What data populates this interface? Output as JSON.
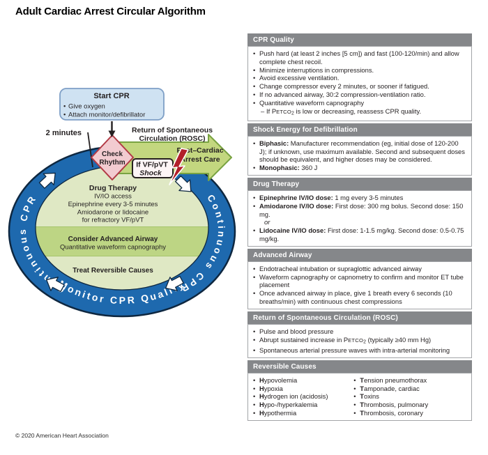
{
  "page": {
    "title": "Adult Cardiac Arrest Circular Algorithm",
    "copyright": "© 2020 American Heart Association"
  },
  "colors": {
    "ring_blue": "#1e69ae",
    "ring_outline": "#0e2740",
    "inner_green": "#dfe8c4",
    "band_green": "#bdd584",
    "band_line": "#a6c46b",
    "arrow_green": "#c3d77f",
    "arrow_border": "#79a342",
    "diamond_pink": "#f2cbd0",
    "diamond_border": "#b23a45",
    "start_bg": "#cfe2f2",
    "start_border": "#7e9fc6",
    "shock_bg": "#fdf5f6",
    "shock_border": "#26211f",
    "bolt_red": "#b2202a",
    "header_gray": "#85878a",
    "body_border": "#a2a4a7",
    "text_dark": "#231f20"
  },
  "diagram": {
    "start_cpr": {
      "title": "Start CPR",
      "bullet_char": "•",
      "bullets": [
        "Give oxygen",
        "Attach monitor/defibrillator"
      ]
    },
    "two_minutes_label": "2 minutes",
    "check_rhythm": [
      "Check",
      "Rhythm"
    ],
    "rosc_label": [
      "Return of Spontaneous",
      "Circulation (ROSC)"
    ],
    "post_cardiac": [
      "Post–Cardiac",
      "Arrest Care"
    ],
    "shock_box": [
      "If VF/pVT",
      "Shock"
    ],
    "ring": {
      "left_text": "Continuous CPR",
      "right_text": "Continuous CPR",
      "bottom_text": "Monitor CPR Quality"
    },
    "center": {
      "drug_title": "Drug Therapy",
      "drug_lines": [
        "IV/IO access",
        "Epinephrine every 3-5 minutes",
        "Amiodarone or lidocaine",
        "for refractory VF/pVT"
      ],
      "airway_title": "Consider Advanced Airway",
      "airway_line": "Quantitative waveform capnography",
      "treat_title": "Treat Reversible Causes"
    }
  },
  "right_panel": {
    "bullet_char": "•",
    "sub_bullet_char": "–",
    "boxes": [
      {
        "title": "CPR Quality",
        "items": [
          {
            "seg": [
              {
                "n": "Push hard (at least 2 inches [5 cm]) and fast (100-120/min) and allow complete chest recoil."
              }
            ]
          },
          {
            "seg": [
              {
                "n": "Minimize interruptions in compressions."
              }
            ]
          },
          {
            "seg": [
              {
                "n": "Avoid excessive ventilation."
              }
            ]
          },
          {
            "seg": [
              {
                "n": "Change compressor every 2 minutes, or sooner if fatigued."
              }
            ]
          },
          {
            "seg": [
              {
                "n": "If no advanced airway, 30:2 compression-ventilation ratio."
              }
            ]
          },
          {
            "seg": [
              {
                "n": "Quantitative waveform capnography"
              }
            ]
          },
          {
            "sub": true,
            "seg": [
              {
                "n": "If P"
              },
              {
                "sc": "ETCO"
              },
              {
                "sb": "2"
              },
              {
                "n": " is low or decreasing, reassess CPR quality."
              }
            ]
          }
        ]
      },
      {
        "title": "Shock Energy for Defibrillation",
        "items": [
          {
            "seg": [
              {
                "b": "Biphasic:"
              },
              {
                "n": " Manufacturer recommendation (eg, initial dose of 120-200 J); if unknown, use maximum available. Second and subsequent doses should be equivalent, and higher doses may be considered."
              }
            ]
          },
          {
            "seg": [
              {
                "b": "Monophasic:"
              },
              {
                "n": " 360 J"
              }
            ]
          }
        ]
      },
      {
        "title": "Drug Therapy",
        "items": [
          {
            "seg": [
              {
                "b": "Epinephrine IV/IO dose:"
              },
              {
                "n": " 1 mg every 3-5 minutes"
              }
            ]
          },
          {
            "seg": [
              {
                "b": "Amiodarone IV/IO dose:"
              },
              {
                "n": " First dose: 300 mg bolus. Second dose: 150 mg."
              }
            ]
          },
          {
            "plain": true,
            "seg": [
              {
                "i": "or"
              }
            ]
          },
          {
            "seg": [
              {
                "b": "Lidocaine IV/IO dose:"
              },
              {
                "n": " First dose: 1-1.5 mg/kg. Second dose: 0.5-0.75 mg/kg."
              }
            ]
          }
        ]
      },
      {
        "title": "Advanced Airway",
        "items": [
          {
            "seg": [
              {
                "n": "Endotracheal intubation or supraglottic advanced airway"
              }
            ]
          },
          {
            "seg": [
              {
                "n": "Waveform capnography or capnometry to confirm and monitor ET tube placement"
              }
            ]
          },
          {
            "seg": [
              {
                "n": "Once advanced airway in place, give 1 breath every 6 seconds (10 breaths/min) with continuous chest compressions"
              }
            ]
          }
        ]
      },
      {
        "title": "Return of Spontaneous Circulation (ROSC)",
        "items": [
          {
            "seg": [
              {
                "n": "Pulse and blood pressure"
              }
            ]
          },
          {
            "seg": [
              {
                "n": "Abrupt sustained increase in P"
              },
              {
                "sc": "ETCO"
              },
              {
                "sb": "2"
              },
              {
                "n": " (typically ≥40 mm Hg)"
              }
            ]
          },
          {
            "seg": [
              {
                "n": "Spontaneous arterial pressure waves with intra-arterial monitoring"
              }
            ]
          }
        ]
      },
      {
        "title": "Reversible Causes",
        "columns": [
          [
            {
              "seg": [
                {
                  "b": "H"
                },
                {
                  "n": "ypovolemia"
                }
              ]
            },
            {
              "seg": [
                {
                  "b": "H"
                },
                {
                  "n": "ypoxia"
                }
              ]
            },
            {
              "seg": [
                {
                  "b": "H"
                },
                {
                  "n": "ydrogen ion (acidosis)"
                }
              ]
            },
            {
              "seg": [
                {
                  "b": "H"
                },
                {
                  "n": "ypo-/hyperkalemia"
                }
              ]
            },
            {
              "seg": [
                {
                  "b": "H"
                },
                {
                  "n": "ypothermia"
                }
              ]
            }
          ],
          [
            {
              "seg": [
                {
                  "b": "T"
                },
                {
                  "n": "ension pneumothorax"
                }
              ]
            },
            {
              "seg": [
                {
                  "b": "T"
                },
                {
                  "n": "amponade, cardiac"
                }
              ]
            },
            {
              "seg": [
                {
                  "b": "T"
                },
                {
                  "n": "oxins"
                }
              ]
            },
            {
              "seg": [
                {
                  "b": "T"
                },
                {
                  "n": "hrombosis, pulmonary"
                }
              ]
            },
            {
              "seg": [
                {
                  "b": "T"
                },
                {
                  "n": "hrombosis, coronary"
                }
              ]
            }
          ]
        ]
      }
    ]
  }
}
